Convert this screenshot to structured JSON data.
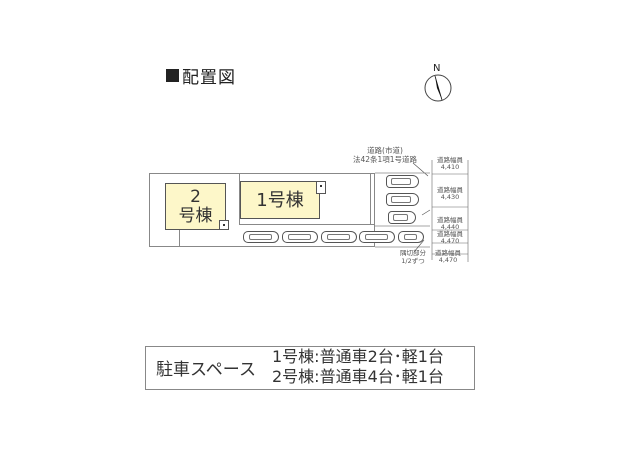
{
  "title": "配置図",
  "compass": {
    "label": "N"
  },
  "buildings": [
    {
      "id": "1",
      "label": "1号棟"
    },
    {
      "id": "2",
      "label_line1": "2",
      "label_line2": "号棟"
    }
  ],
  "road": {
    "line1": "道路(市道)",
    "line2": "法42条1項1号道路"
  },
  "road_widths": [
    {
      "label": "道路幅員",
      "value": "4,410"
    },
    {
      "label": "道路幅員",
      "value": "4,430"
    },
    {
      "label": "道路幅員",
      "value": "4,440"
    },
    {
      "label": "道路幅員",
      "value": "4,470"
    },
    {
      "label": "道路幅員",
      "value": "4,470"
    }
  ],
  "partition": {
    "line1": "隅切部分",
    "line2": "1/2ずつ"
  },
  "parking": {
    "label": "駐車スペース",
    "lines": [
      "1号棟:普通車2台･軽1台",
      "2号棟:普通車4台･軽1台"
    ]
  },
  "colors": {
    "building_fill": "#fdf7c9",
    "line": "#888888"
  }
}
